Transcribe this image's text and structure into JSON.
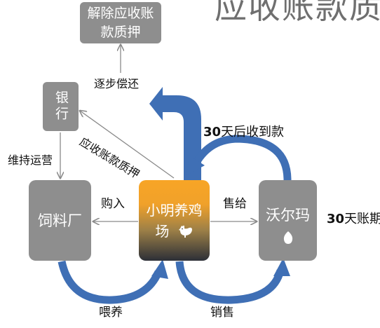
{
  "title": "应收账款质",
  "nodes": {
    "release": "解除应收账款质押",
    "release_line1": "解除应收账",
    "release_line2": "款质押",
    "bank": "银行",
    "feed_mill": "饲料厂",
    "farm_line1": "小明养鸡",
    "farm_line2": "场",
    "walmart": "沃尔玛"
  },
  "edges": {
    "repay": "逐步偿还",
    "pledge": "应收账款质押",
    "maintain": "维持运营",
    "buy": "购入",
    "sell": "售给",
    "receive_prefix": "30",
    "receive_suffix": "天后收到款",
    "term_prefix": "30",
    "term_suffix": "天账期",
    "feed": "喂养",
    "sales": "销售"
  },
  "colors": {
    "box_gray": "#8e8e8e",
    "arrow_blue": "#3f6fb5",
    "farm_top": "#f8a526",
    "farm_bottom": "#2c2f37"
  },
  "icons": {
    "farm": "chicken-icon",
    "walmart": "egg-icon"
  }
}
